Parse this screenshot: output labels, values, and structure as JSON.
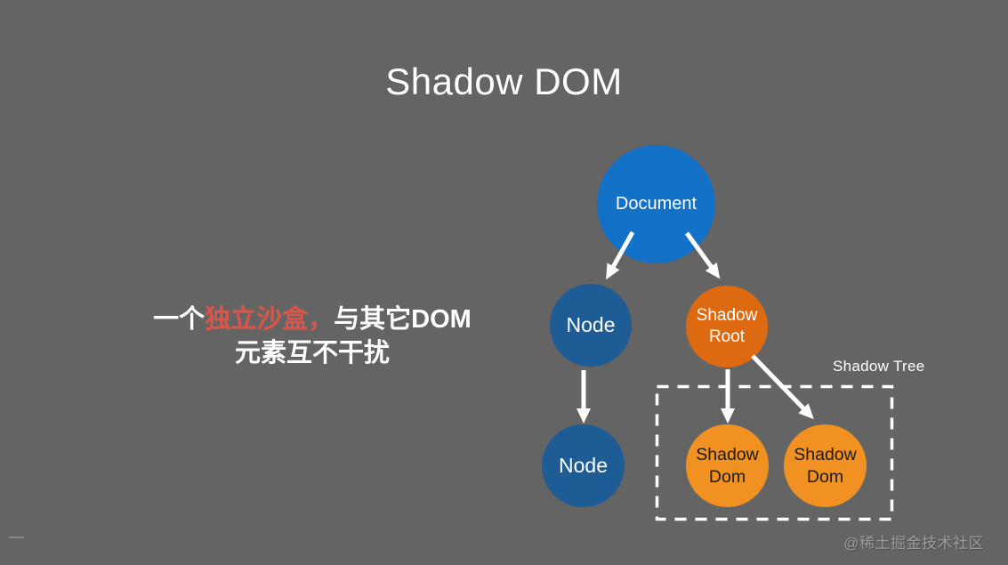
{
  "slide": {
    "title": "Shadow DOM",
    "description": {
      "line1_prefix": "一个",
      "line1_highlight": "独立沙盒，",
      "line1_suffix": "与其它DOM",
      "line2": "元素互不干扰",
      "highlight_color": "#dd5549"
    },
    "watermark": "@稀土掘金技术社区"
  },
  "diagram": {
    "group_label": "Shadow Tree",
    "nodes": {
      "document": {
        "label": "Document",
        "color": "#1371c8",
        "text_color": "#ffffff"
      },
      "node_child": {
        "label": "Node",
        "color": "#1d5c95",
        "text_color": "#ffffff"
      },
      "shadow_root": {
        "label": "Shadow Root",
        "color": "#dd6a10",
        "text_color": "#ffffff"
      },
      "node_leaf": {
        "label": "Node",
        "color": "#1d5c95",
        "text_color": "#ffffff"
      },
      "shadow_dom_left": {
        "label": "Shadow Dom",
        "color": "#f09122",
        "text_color": "#1a1a1a"
      },
      "shadow_dom_right": {
        "label": "Shadow Dom",
        "color": "#f09122",
        "text_color": "#1a1a1a"
      }
    },
    "edges": [
      {
        "from": "document",
        "to": "node_child"
      },
      {
        "from": "document",
        "to": "shadow_root"
      },
      {
        "from": "node_child",
        "to": "node_leaf"
      },
      {
        "from": "shadow_root",
        "to": "shadow_dom_left"
      },
      {
        "from": "shadow_root",
        "to": "shadow_dom_right"
      }
    ],
    "arrow_color": "#ffffff",
    "boundary_style": "dashed",
    "boundary_members": [
      "shadow_dom_left",
      "shadow_dom_right"
    ]
  },
  "colors": {
    "background": "#646464",
    "title_text": "#ffffff"
  }
}
